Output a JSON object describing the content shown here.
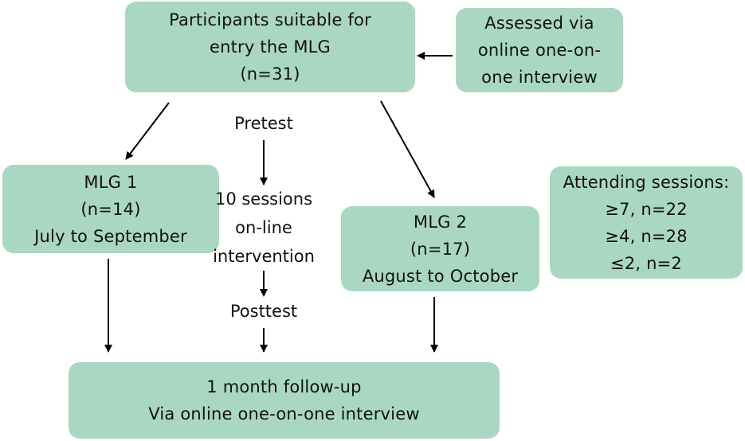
{
  "boxes": {
    "participants": [
      "Participants suitable for",
      "entry the MLG",
      "(n=31)"
    ],
    "assessed": [
      "Assessed via",
      "online one-on-",
      "one interview"
    ],
    "mlg1": [
      "MLG 1",
      "(n=14)",
      "July to September"
    ],
    "mlg2": [
      "MLG 2",
      "(n=17)",
      "August to October"
    ],
    "attending": [
      "Attending sessions:",
      "≥7, n=22",
      "≥4, n=28",
      "≤2, n=2"
    ],
    "followup": [
      "1 month follow-up",
      "Via online one-on-one interview"
    ]
  },
  "middle": {
    "pretest": "Pretest",
    "sessions": [
      "10 sessions",
      "on-line",
      "intervention"
    ],
    "posttest": "Posttest"
  },
  "colors": {
    "box_fill": "#a9d7c2",
    "arrow": "#000000"
  }
}
